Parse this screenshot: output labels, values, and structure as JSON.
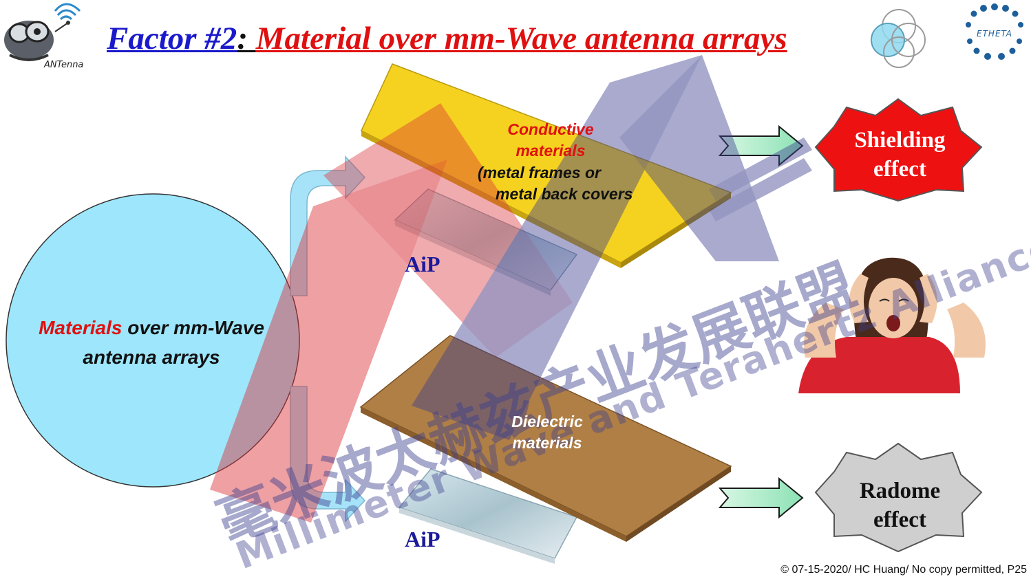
{
  "title": {
    "part1": "Factor #2",
    "part2": ": ",
    "part3": "Material over mm-Wave antenna arrays"
  },
  "logos": {
    "antenna_logo_text": "ANTenna",
    "etheta_logo_text": "ETHETA"
  },
  "circle": {
    "highlight": "Materials",
    "rest_line1": " over mm-Wave",
    "line2": "antenna arrays"
  },
  "top_plate": {
    "line1": "Conductive",
    "line2": "materials",
    "line3": "(metal frames or",
    "line4": "metal back covers"
  },
  "bottom_plate": {
    "line1": "Dielectric",
    "line2": "materials"
  },
  "aip_top": "AiP",
  "aip_bottom": "AiP",
  "shielding": {
    "line1": "Shielding",
    "line2": "effect"
  },
  "radome": {
    "line1": "Radome",
    "line2": "effect"
  },
  "watermark": {
    "line_cn": "毫米波太赫兹产业发展联盟",
    "line_en": "Millimeter Wave and Terahertz Alliance"
  },
  "footer": "© 07-15-2020/ HC Huang/ No copy permitted, P25",
  "colors": {
    "title_blue": "#1a1acc",
    "title_red": "#e01010",
    "circle_fill": "#9de6fb",
    "gold_plate": "#f5d21f",
    "brown_plate": "#b07f45",
    "shield_red": "#ee1111",
    "radome_gray": "#cfcfcf"
  }
}
